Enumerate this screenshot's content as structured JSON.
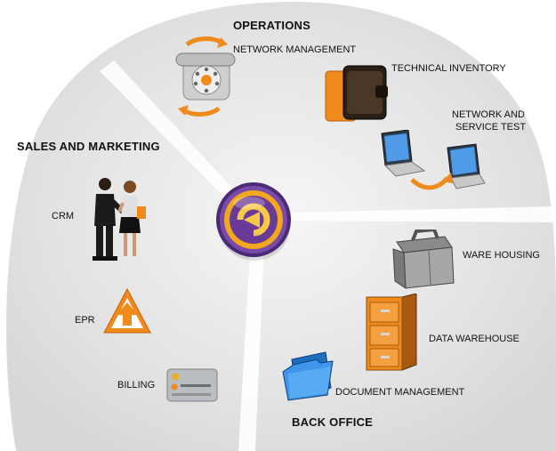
{
  "sections": {
    "operations": "OPERATIONS",
    "sales_marketing": "SALES AND MARKETING",
    "back_office": "BACK OFFICE"
  },
  "items": {
    "network_management": "NETWORK MANAGEMENT",
    "technical_inventory": "TECHNICAL INVENTORY",
    "network_service_test_line1": "NETWORK AND",
    "network_service_test_line2": "SERVICE TEST",
    "crm": "CRM",
    "epr": "EPR",
    "billing": "BILLING",
    "ware_housing": "WARE HOUSING",
    "data_warehouse": "DATA WAREHOUSE",
    "document_management": "DOCUMENT MANAGEMENT"
  },
  "icons": {
    "hub": "hub-logo-icon",
    "network_management": "telephone-icon",
    "technical_inventory": "folder-binder-icon",
    "network_service_test": "laptops-sync-icon",
    "crm": "handshake-people-icon",
    "epr": "warning-arrow-icon",
    "billing": "credit-card-icon",
    "ware_housing": "toolbox-icon",
    "data_warehouse": "filing-cabinet-icon",
    "document_management": "blue-folder-icon"
  },
  "colors": {
    "accent_orange": "#f08a1c",
    "hub_purple": "#5a2c8a",
    "background_gray": "#e6e6e6"
  }
}
